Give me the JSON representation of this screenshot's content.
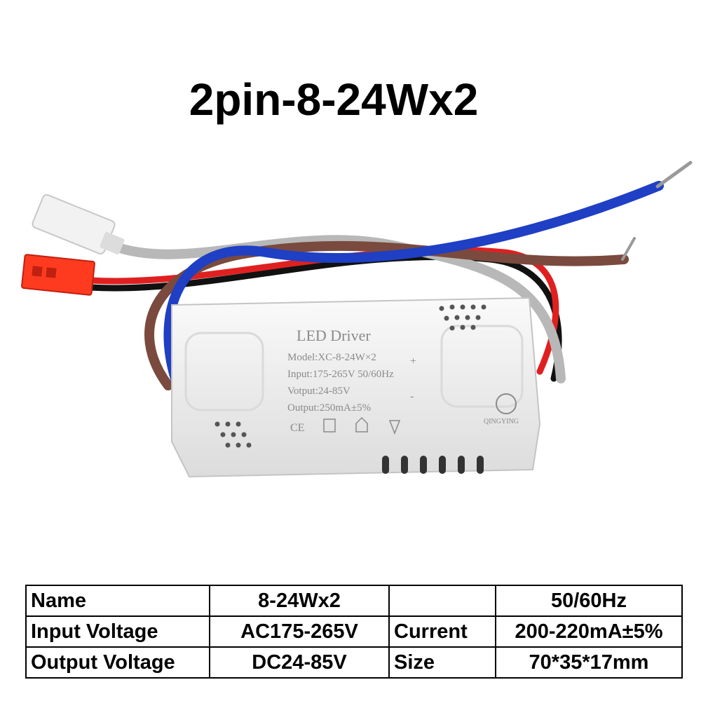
{
  "title": "2pin-8-24Wx2",
  "driver_label": {
    "heading": "LED Driver",
    "model": "Model:XC-8-24W×2",
    "input": "Input:175-265V 50/60Hz",
    "votput": "Votput:24-85V",
    "output": "Output:250mA±5%",
    "ce_mark": "CE",
    "brand": "QINGYING",
    "plus": "+",
    "minus": "-"
  },
  "wire_colors": {
    "blue": "#1f3fc4",
    "brown": "#7a4a3e",
    "gray": "#b8b8b8",
    "red": "#e02020",
    "black": "#111111",
    "connector_red": "#ff3b1f",
    "connector_white": "#f2f2f2",
    "housing": "#f4f4f4"
  },
  "specs": {
    "rows": [
      {
        "k1": "Name",
        "v1": "8-24Wx2",
        "k2": "",
        "v2": "50/60Hz"
      },
      {
        "k1": "Input Voltage",
        "v1": "AC175-265V",
        "k2": "Current",
        "v2": "200-220mA±5%"
      },
      {
        "k1": "Output Voltage",
        "v1": "DC24-85V",
        "k2": "Size",
        "v2": "70*35*17mm"
      }
    ]
  }
}
